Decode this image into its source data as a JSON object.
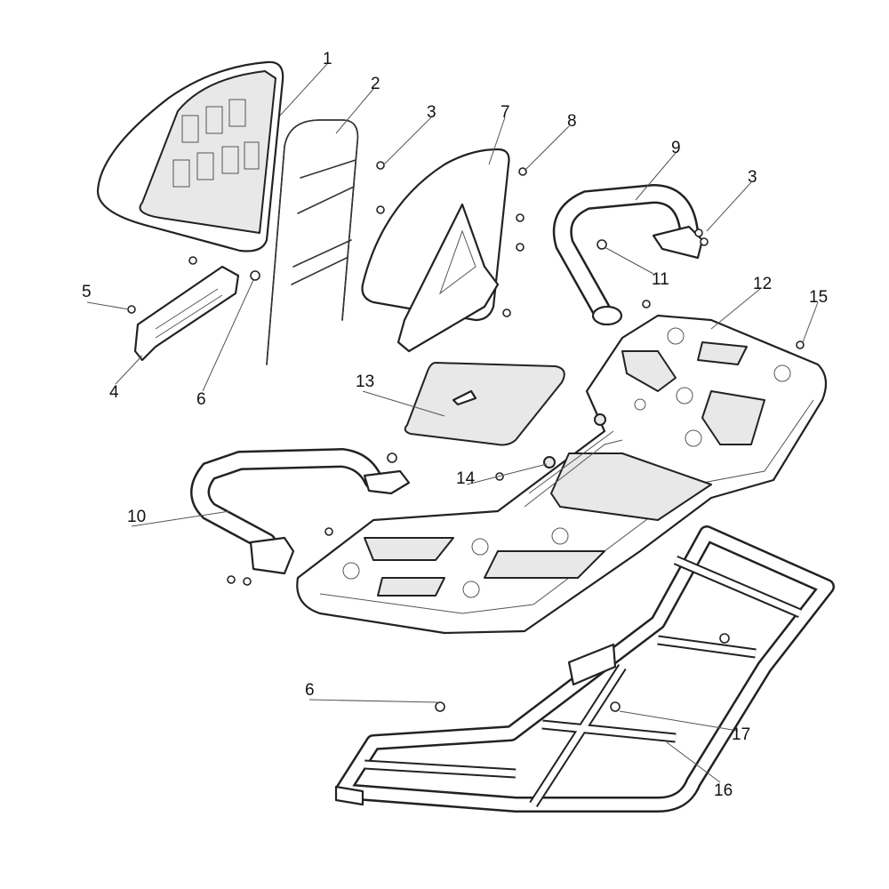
{
  "diagram": {
    "type": "exploded-parts-diagram",
    "callouts": {
      "c1": "1",
      "c2": "2",
      "c3a": "3",
      "c7": "7",
      "c8": "8",
      "c9": "9",
      "c3b": "3",
      "c11": "11",
      "c12": "12",
      "c15": "15",
      "c5": "5",
      "c4": "4",
      "c6a": "6",
      "c13": "13",
      "c14": "14",
      "c10": "10",
      "c6b": "6",
      "c17": "17",
      "c16": "16"
    }
  }
}
